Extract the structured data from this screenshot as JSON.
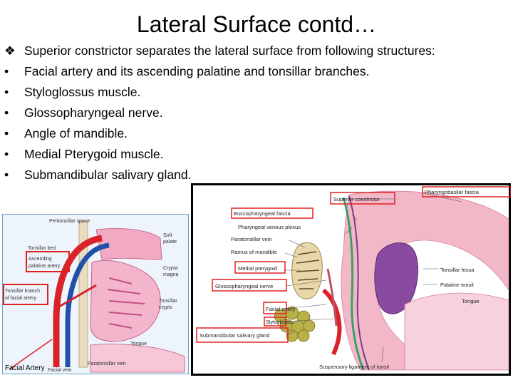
{
  "slide": {
    "title": "Lateral Surface contd…",
    "bullets": [
      {
        "marker": "❖",
        "text": "Superior constrictor separates the lateral surface from following structures:"
      },
      {
        "marker": "•",
        "text": "Facial artery and its ascending palatine and tonsillar branches."
      },
      {
        "marker": "•",
        "text": "Styloglossus muscle."
      },
      {
        "marker": "•",
        "text": "Glossopharyngeal nerve."
      },
      {
        "marker": "•",
        "text": "Angle of mandible."
      },
      {
        "marker": "•",
        "text": "Medial Pterygoid muscle."
      },
      {
        "marker": "•",
        "text": "Submandibular salivary gland."
      }
    ]
  },
  "left_figure": {
    "labels": {
      "peritonsillar_space": "Peritonsillar space",
      "tonsillar_bed": "Tonsillar bed",
      "soft_palate_1": "Soft",
      "soft_palate_2": "palate",
      "ascending_palatine_1": "Ascending",
      "ascending_palatine_2": "palatine artery",
      "crypta_magna_1": "Crypta",
      "crypta_magna_2": "magna",
      "tonsillar_branch_1": "Tonsillar branch",
      "tonsillar_branch_2": "of facial artery",
      "tonsillar_crypts_1": "Tonsillar",
      "tonsillar_crypts_2": "crypts",
      "tongue": "Tongue",
      "paratonsillar_vein": "Paratonsillar vein",
      "facial_vein": "Facial vein",
      "facial_artery": "Facial Artery"
    }
  },
  "right_figure": {
    "labels": {
      "pharyngobasilar_fascia": "Pharyngobasilar fascia",
      "superior_constrictor": "Superior constrictor",
      "buccopharyngeal_fascia": "Buccopharyngeal fascia",
      "pharyngeal_venous_plexus": "Pharyngeal venous plexus",
      "paratonsillar_vein": "Paratonsillar vein",
      "ramus_of_mandible": "Ramus of mandible",
      "medial_pterygoid": "Medial pterygoid",
      "glossopharyngeal_nerve": "Glossopharyngeal nerve",
      "facial_artery": "Facial artery",
      "styloglossus": "Styloglossus",
      "submandibular_salivary_gland": "Submandibular salivary gland",
      "tonsillar_fossa": "Tonsillar fossa",
      "palatine_tonsil": "Palatine tonsil",
      "tongue": "Tongue",
      "suspensory_ligament": "Suspensory ligament of tonsil"
    }
  },
  "colors": {
    "highlight_box": "#e02020",
    "artery": "#d8232a",
    "vein": "#2050a8",
    "tonsil": "#e8a0c0",
    "muscle": "#f2b8c8",
    "gland": "#b8b048"
  }
}
